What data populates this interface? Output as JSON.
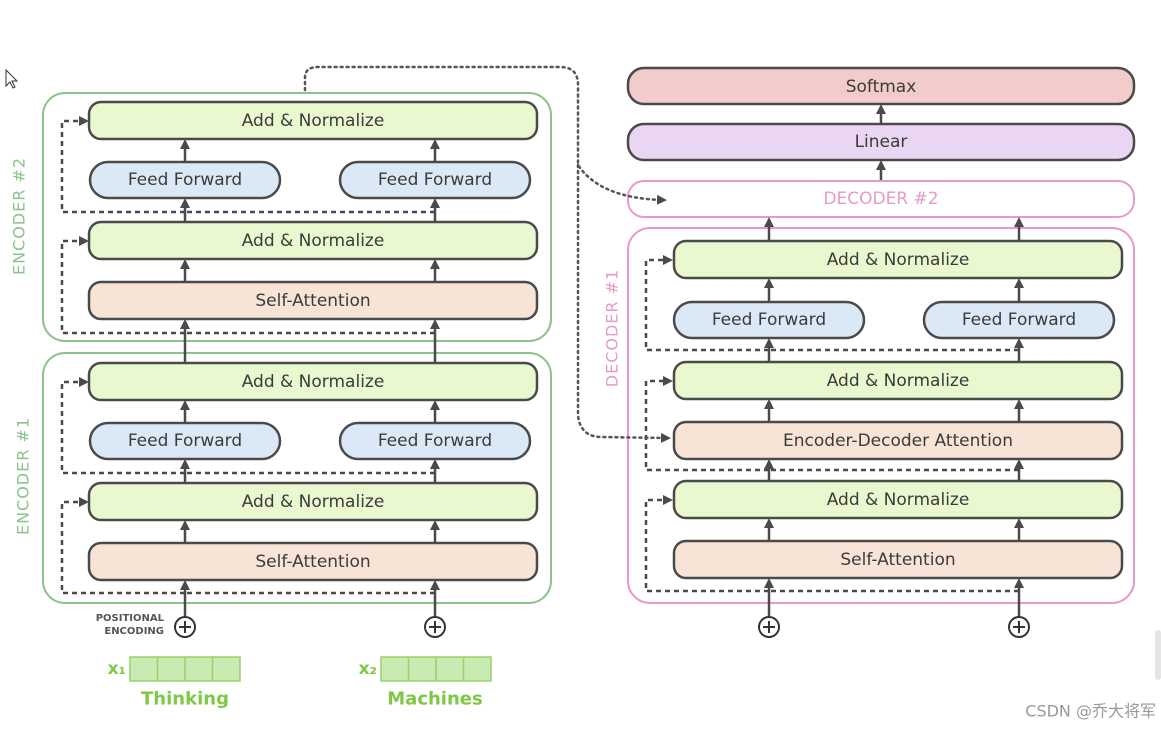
{
  "encoder1": {
    "side_label": "ENCODER #1",
    "add_norm": "Add & Normalize",
    "feed_forward": "Feed Forward",
    "self_attention": "Self-Attention"
  },
  "encoder2": {
    "side_label": "ENCODER #2",
    "add_norm": "Add & Normalize",
    "feed_forward": "Feed Forward",
    "self_attention": "Self-Attention"
  },
  "decoder1": {
    "side_label": "DECODER #1",
    "add_norm": "Add & Normalize",
    "feed_forward": "Feed Forward",
    "enc_dec_attention": "Encoder-Decoder Attention",
    "self_attention": "Self-Attention"
  },
  "decoder2": {
    "label": "DECODER #2"
  },
  "output": {
    "softmax": "Softmax",
    "linear": "Linear"
  },
  "inputs": {
    "positional_line1": "POSITIONAL",
    "positional_line2": "ENCODING",
    "x1": "x₁",
    "x2": "x₂",
    "word1": "Thinking",
    "word2": "Machines"
  },
  "colors": {
    "encoder_border": "#8cc28c",
    "decoder_border": "#e79ac9",
    "add_norm_fill": "#e9f8cf",
    "feed_forward_fill": "#dbe9f7",
    "attention_fill": "#f7e4d6",
    "softmax_fill": "#f1cccb",
    "linear_fill": "#ead6f2",
    "word_color": "#7dc943"
  },
  "watermark": "CSDN @乔大将军"
}
